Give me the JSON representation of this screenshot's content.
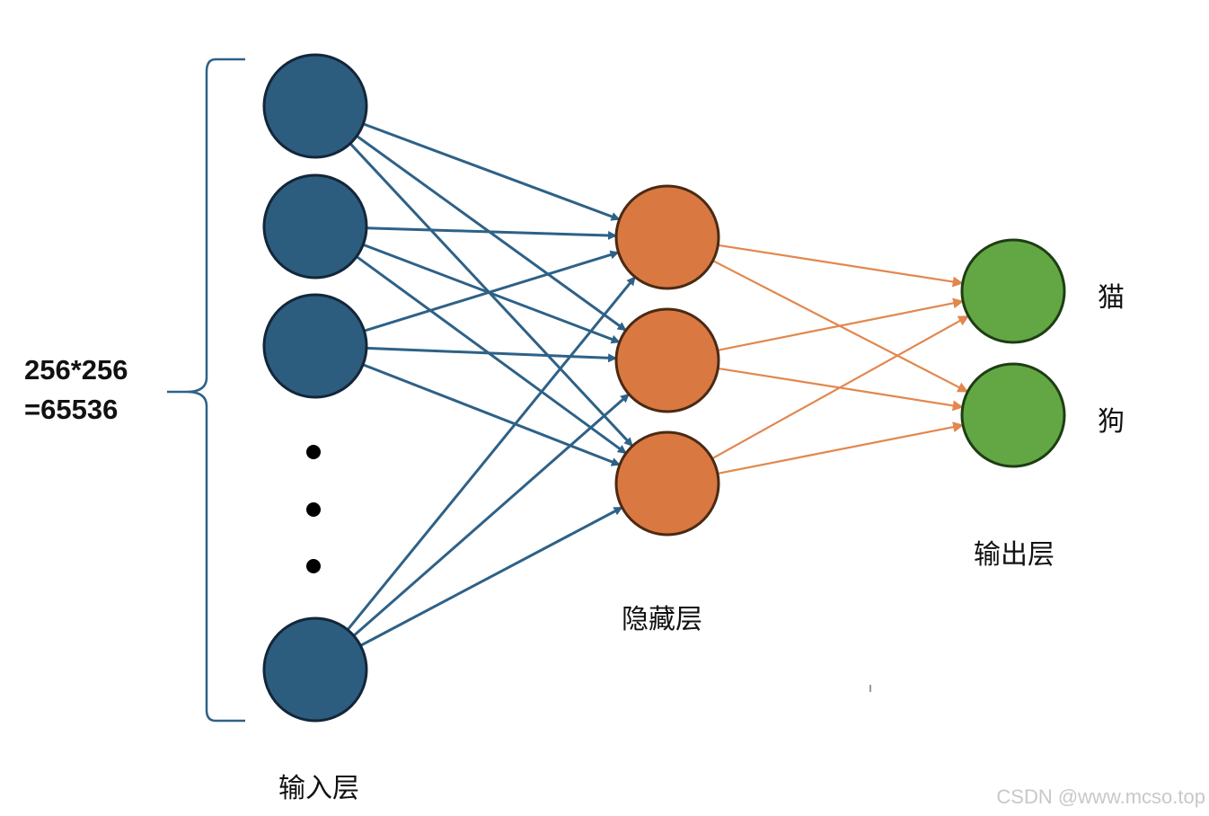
{
  "diagram": {
    "title": "Neural network: input layer, hidden layer, output layer",
    "input_count_line1": "256*256",
    "input_count_line2": "=65536",
    "layers": {
      "input": {
        "label": "输入层",
        "visible_nodes": 4,
        "ellipsis": true,
        "color": "#2d5d7e"
      },
      "hidden": {
        "label": "隐藏层",
        "nodes": 3,
        "color": "#d97841"
      },
      "output": {
        "label": "输出层",
        "nodes": 2,
        "color": "#62a744",
        "node_labels": [
          "猫",
          "狗"
        ]
      }
    },
    "edge_colors": {
      "input_to_hidden": "#2e6187",
      "hidden_to_output": "#e2874e"
    },
    "watermark": "CSDN @www.mcso.top"
  }
}
